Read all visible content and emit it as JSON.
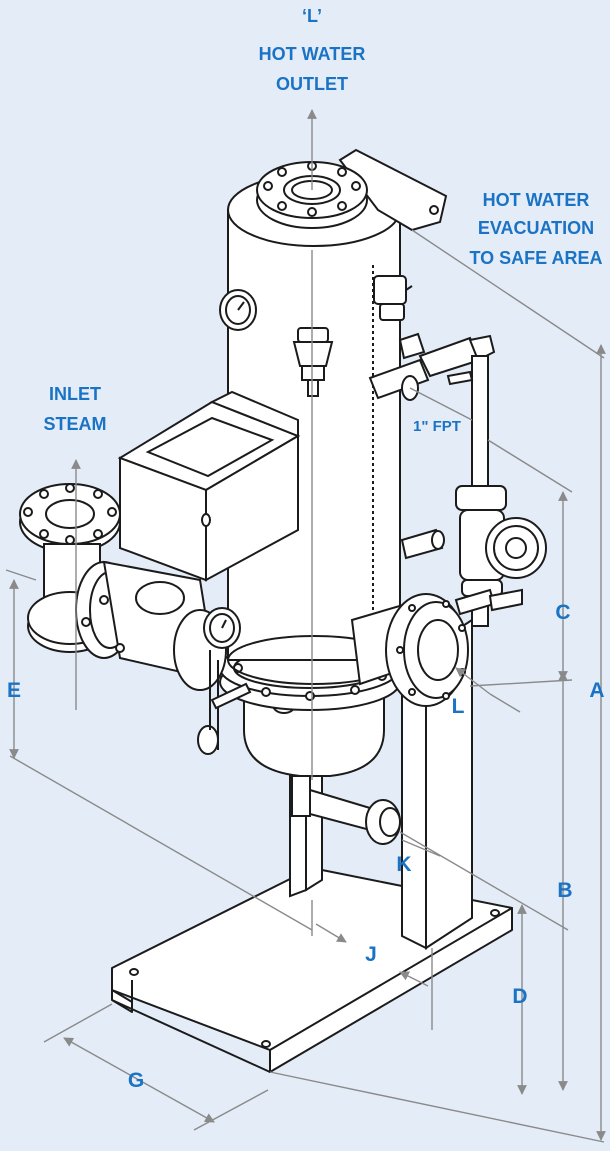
{
  "colors": {
    "background": "#e4ecf7",
    "label": "#1a73c4",
    "linework": "#1b1b1b",
    "dimension_line": "#8a8a8a"
  },
  "callouts": {
    "hot_water_outlet_tag": "‘L’",
    "hot_water_outlet_line1": "HOT WATER",
    "hot_water_outlet_line2": "OUTLET",
    "evacuation_line1": "HOT WATER",
    "evacuation_line2": "EVACUATION",
    "evacuation_line3": "TO SAFE AREA",
    "inlet_line1": "INLET",
    "inlet_line2": "STEAM",
    "fpt": "1\" FPT"
  },
  "dimensions": {
    "A": "A",
    "B": "B",
    "C": "C",
    "D": "D",
    "E": "E",
    "G": "G",
    "J": "J",
    "K": "K",
    "L": "L"
  }
}
